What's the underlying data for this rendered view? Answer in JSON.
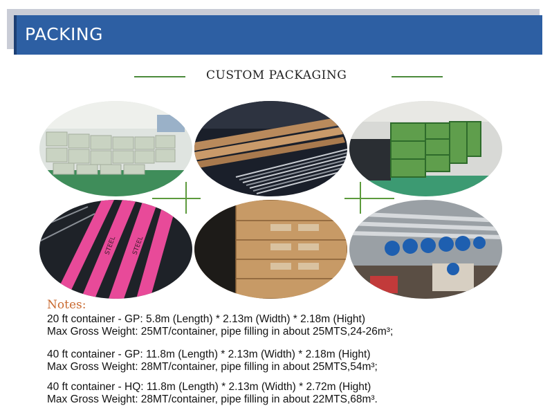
{
  "header": {
    "title": "PACKING"
  },
  "section": {
    "title": "CUSTOM PACKAGING"
  },
  "photos": [
    "bundles-in-plastic-wrap-photo",
    "paper-tube-wrapped-pipes-photo",
    "green-wooden-crates-photo",
    "pink-wrapped-bundles-photo",
    "carton-boxes-photo",
    "blue-capped-pipes-photo"
  ],
  "notes": {
    "title": "Notes:",
    "lines": [
      "20 ft container - GP: 5.8m (Length) * 2.13m (Width) * 2.18m (Hight)",
      "Max Gross Weight: 25MT/container, pipe filling in about 25MTS,24-26m³;",
      "40 ft container - GP: 11.8m (Length) * 2.13m (Width) * 2.18m (Hight)",
      "Max Gross Weight: 28MT/container, pipe filling in about 25MTS,54m³;",
      "40 ft container - HQ: 11.8m (Length) * 2.13m (Width) * 2.72m (Hight)",
      "Max Gross Weight: 28MT/container, pipe filling in about 22MTS,68m³."
    ]
  },
  "colors": {
    "banner": "#2d5fa3",
    "accent_line": "#4a8a3a",
    "notes_title": "#c96a30"
  }
}
